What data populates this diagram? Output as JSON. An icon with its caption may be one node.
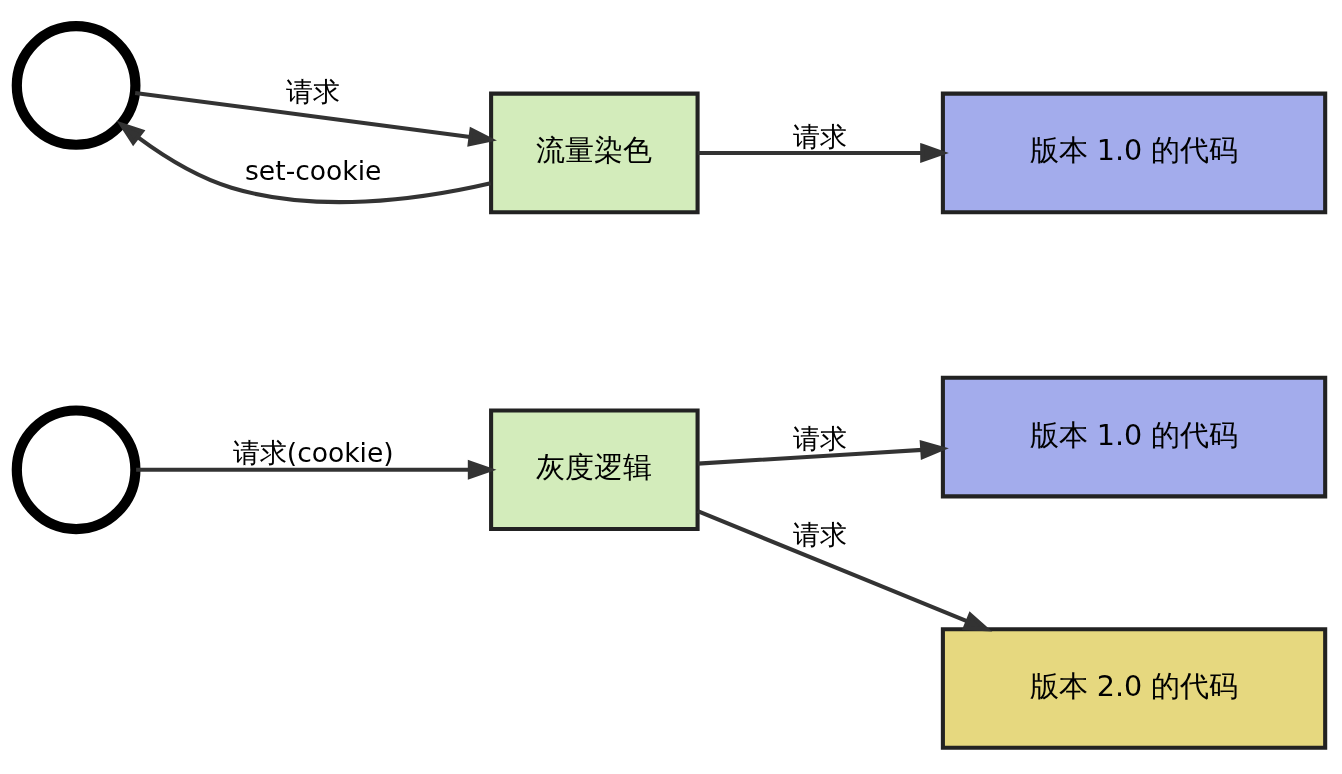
{
  "diagram": {
    "nodes": [
      {
        "text": [],
        "shape": "person"
      },
      {
        "text": [
          "流量染色"
        ]
      },
      {
        "text": [
          "版本 1.0 的代码"
        ]
      },
      {
        "text": [],
        "shape": "person"
      },
      {
        "text": [
          "灰度逻辑"
        ]
      },
      {
        "text": [
          "版本 1.0 的代码"
        ]
      },
      {
        "text": [
          "版本 2.0 的代码"
        ]
      }
    ],
    "edges": [
      {
        "from": 0,
        "to": 1,
        "arrow": "to",
        "label": "请求"
      },
      {
        "from": 1,
        "to": 0,
        "arrow": "to",
        "label": "set-cookie"
      },
      {
        "from": 1,
        "to": 2,
        "arrow": "to",
        "label": "请求"
      },
      {
        "from": 3,
        "to": 4,
        "arrow": "to",
        "label": "请求(cookie)"
      },
      {
        "from": 4,
        "to": 5,
        "arrow": "to",
        "label": "请求"
      },
      {
        "from": 4,
        "to": 6,
        "arrow": "to",
        "label": "请求"
      }
    ]
  }
}
